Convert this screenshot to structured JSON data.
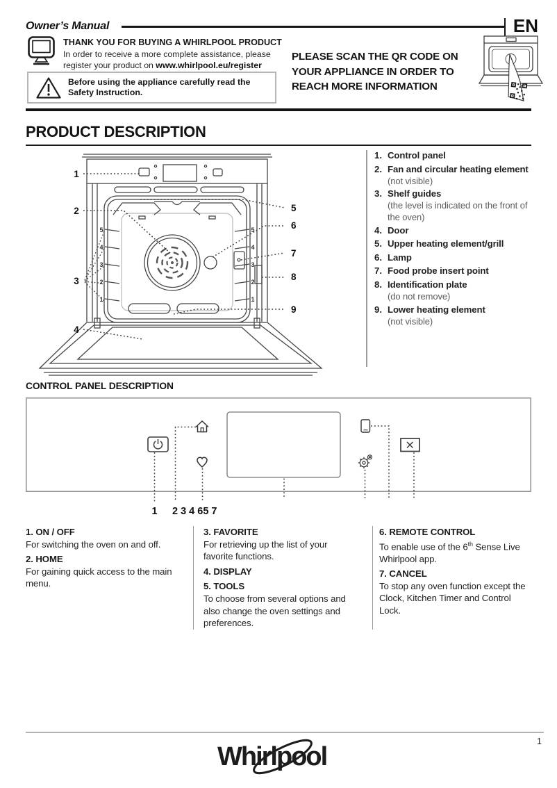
{
  "header": {
    "manual_title": "Owner’s Manual",
    "language_code": "EN",
    "thank_you_title": "THANK YOU FOR BUYING A  WHIRLPOOL PRODUCT",
    "thank_you_line1": "In order to receive a more complete assistance, please",
    "thank_you_line2_prefix": "register your product on ",
    "thank_you_url": "www.whirlpool.eu/register",
    "safety_warning": "Before using the appliance carefully read the Safety Instruction.",
    "scan_line1": "PLEASE SCAN THE QR CODE ON",
    "scan_line2": "YOUR APPLIANCE IN ORDER TO",
    "scan_line3": "REACH MORE INFORMATION"
  },
  "product_description": {
    "section_title": "PRODUCT DESCRIPTION",
    "items": [
      {
        "num": "1.",
        "label": "Control panel",
        "note": ""
      },
      {
        "num": "2.",
        "label": "Fan and circular heating element",
        "note": "(not visible)"
      },
      {
        "num": "3.",
        "label": "Shelf guides",
        "note": "(the level is indicated on the front of the oven)"
      },
      {
        "num": "4.",
        "label": "Door",
        "note": ""
      },
      {
        "num": "5.",
        "label": "Upper heating element/grill",
        "note": ""
      },
      {
        "num": "6.",
        "label": "Lamp",
        "note": ""
      },
      {
        "num": "7.",
        "label": "Food probe insert point",
        "note": ""
      },
      {
        "num": "8.",
        "label": "Identification plate",
        "note": "(do not remove)"
      },
      {
        "num": "9.",
        "label": "Lower heating element",
        "note": "(not visible)"
      }
    ],
    "diagram": {
      "callouts": [
        "1",
        "2",
        "3",
        "4",
        "5",
        "6",
        "7",
        "8",
        "9"
      ],
      "shelf_levels": [
        "5",
        "4",
        "3",
        "2",
        "1"
      ]
    }
  },
  "control_panel": {
    "section_title": "CONTROL PANEL DESCRIPTION",
    "number_row_first": "1",
    "number_row_rest": "2 3 4 65 7",
    "icons": [
      "power-button",
      "home-icon",
      "favorite-heart-icon",
      "display-screen",
      "remote-phone-icon",
      "tools-gear-icon",
      "cancel-x-button"
    ],
    "columns": [
      {
        "entries": [
          {
            "title": "1. ON / OFF",
            "body": "For switching the oven on and off."
          },
          {
            "title": "2. HOME",
            "body": "For gaining quick access to the main menu."
          }
        ]
      },
      {
        "entries": [
          {
            "title": "3. FAVORITE",
            "body": "For retrieving up the list of your favorite functions."
          },
          {
            "title": "4. DISPLAY",
            "body": ""
          },
          {
            "title": "5. TOOLS",
            "body": "To choose from several options and also change the oven settings and preferences."
          }
        ]
      },
      {
        "entries": [
          {
            "title": "6. REMOTE CONTROL",
            "body_prefix": "To enable use of the 6",
            "body_sup": "th",
            "body_suffix": " Sense Live Whirlpool app."
          },
          {
            "title": "7. CANCEL",
            "body": "To stop any oven function except the Clock, Kitchen Timer and Control Lock."
          }
        ]
      }
    ]
  },
  "footer": {
    "brand": "Whirlpool",
    "page_number": "1"
  }
}
